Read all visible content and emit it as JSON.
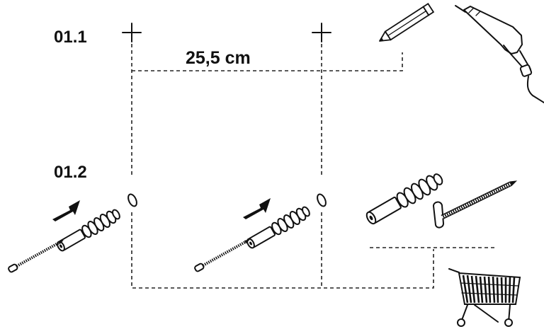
{
  "steps": [
    {
      "label": "01.1"
    },
    {
      "label": "01.2"
    }
  ],
  "measurement": {
    "distance_label": "25,5 cm"
  },
  "icons": {
    "pencil": "pencil-icon",
    "drill": "power-drill-icon",
    "cart": "shopping-cart-icon"
  },
  "colors": {
    "ink": "#111111",
    "background": "#ffffff"
  }
}
